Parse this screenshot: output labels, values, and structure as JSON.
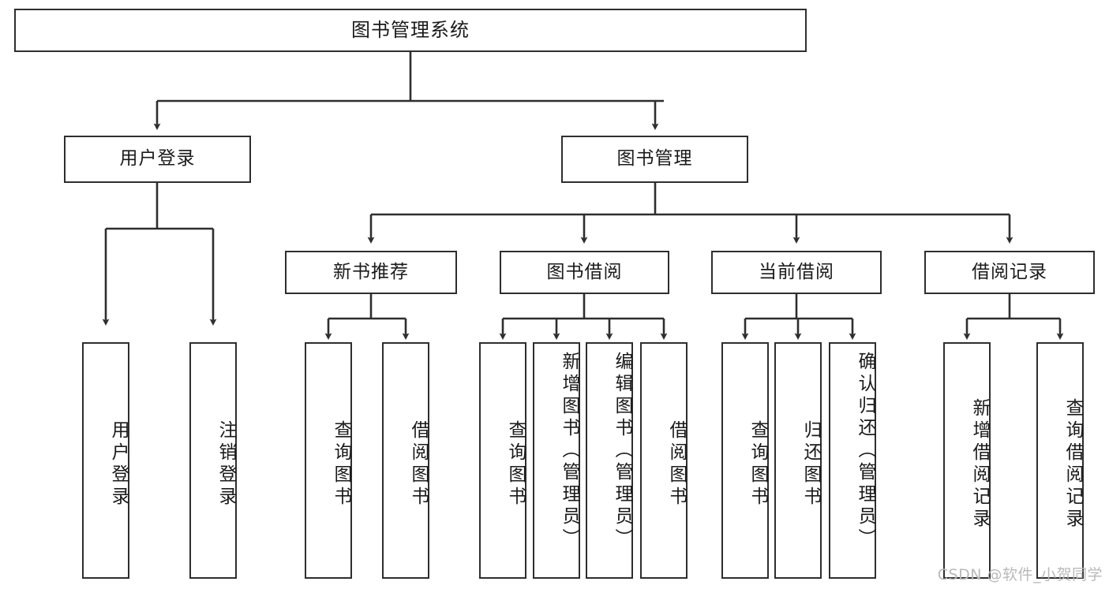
{
  "diagram": {
    "type": "tree-hierarchy",
    "title": "图书管理系统",
    "watermark": "CSDN @软件_小贺同学",
    "colors": {
      "box_border": "#2e2e2e",
      "box_fill": "#ffffff",
      "edge": "#2e2e2e",
      "text": "#1a1a1a",
      "watermark": "#b9b9b9",
      "background": "#ffffff"
    },
    "nodes": {
      "root": {
        "label": "图书管理系统"
      },
      "level2": [
        {
          "id": "user-login",
          "label": "用户登录"
        },
        {
          "id": "book-manage",
          "label": "图书管理"
        }
      ],
      "level3": [
        {
          "id": "new-book-recommend",
          "label": "新书推荐"
        },
        {
          "id": "book-borrow",
          "label": "图书借阅"
        },
        {
          "id": "current-borrow",
          "label": "当前借阅"
        },
        {
          "id": "borrow-record",
          "label": "借阅记录"
        }
      ],
      "leaves": {
        "user_login": [
          {
            "id": "leaf-user-login",
            "label": "用户登录"
          },
          {
            "id": "leaf-logout-login",
            "label": "注销登录"
          }
        ],
        "new_book_recommend": [
          {
            "id": "leaf-query-book-1",
            "label": "查询图书"
          },
          {
            "id": "leaf-borrow-book-1",
            "label": "借阅图书"
          }
        ],
        "book_borrow": [
          {
            "id": "leaf-query-book-2",
            "label": "查询图书"
          },
          {
            "id": "leaf-add-book",
            "label": "新增图书（管理员）"
          },
          {
            "id": "leaf-edit-book",
            "label": "编辑图书（管理员）"
          },
          {
            "id": "leaf-borrow-book-2",
            "label": "借阅图书"
          }
        ],
        "current_borrow": [
          {
            "id": "leaf-query-book-3",
            "label": "查询图书"
          },
          {
            "id": "leaf-return-book",
            "label": "归还图书"
          },
          {
            "id": "leaf-confirm-return",
            "label": "确认归还（管理员）"
          }
        ],
        "borrow_record": [
          {
            "id": "leaf-add-record",
            "label": "新增借阅记录"
          },
          {
            "id": "leaf-query-record",
            "label": "查询借阅记录"
          }
        ]
      }
    }
  }
}
